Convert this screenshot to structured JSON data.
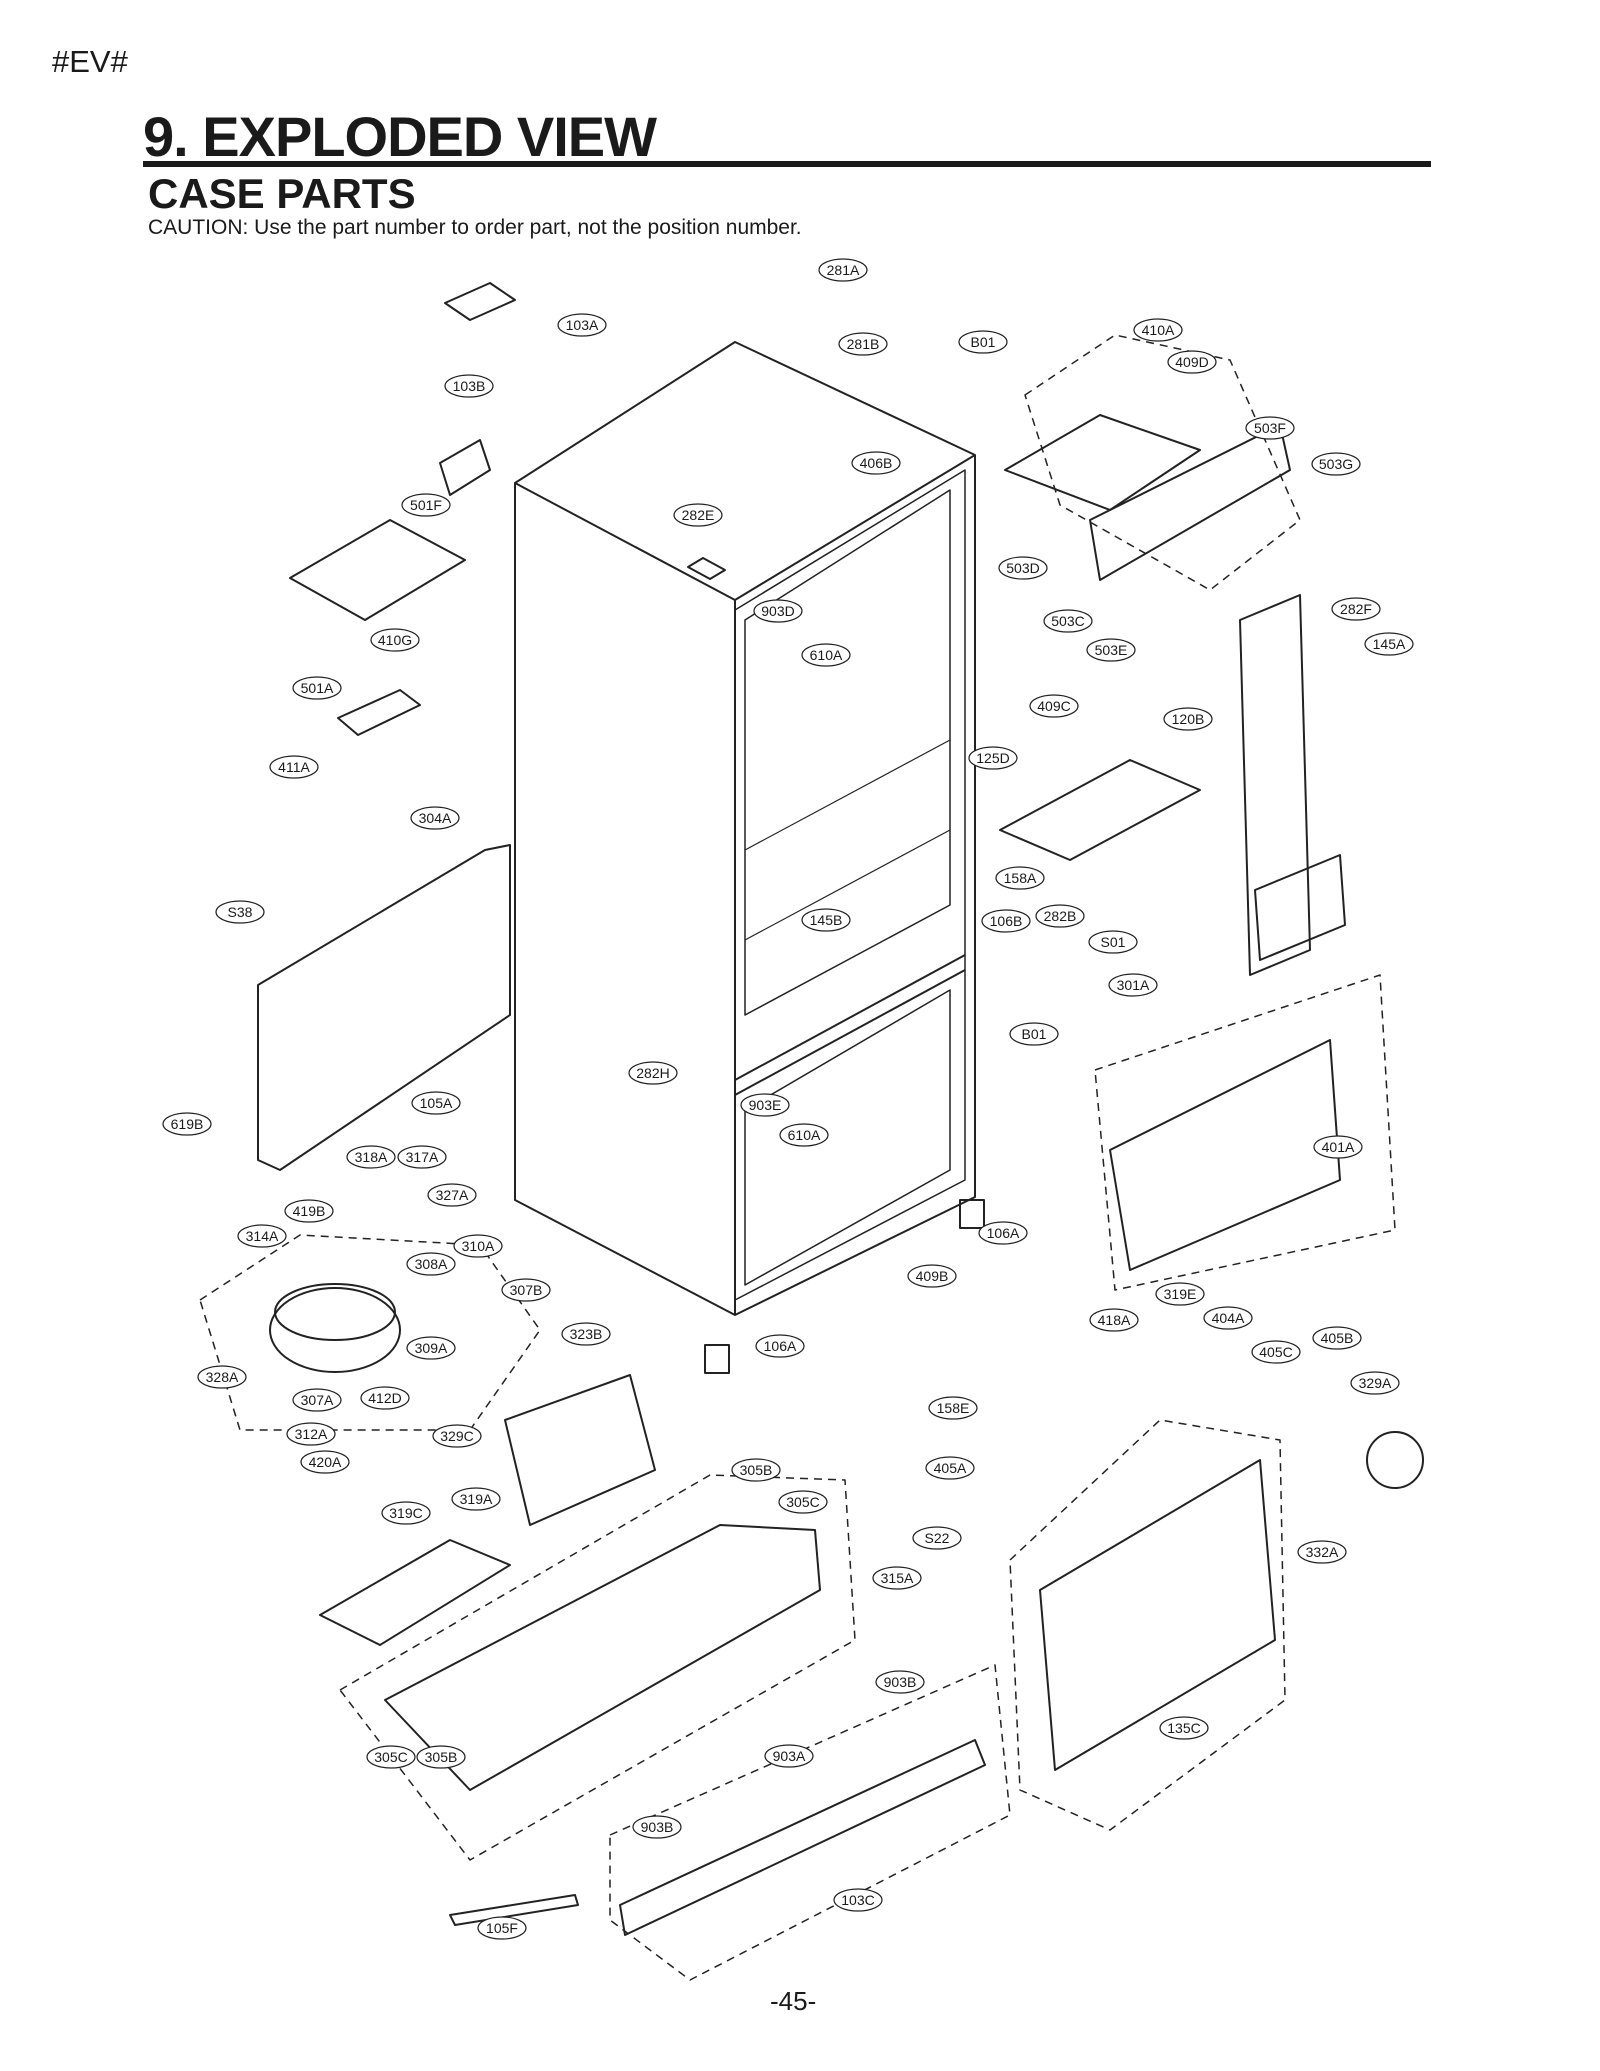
{
  "header": {
    "doc_tag": "#EV#",
    "title": "9. EXPLODED VIEW",
    "subtitle": "CASE PARTS",
    "caution": "CAUTION: Use the part number to order part, not the position number."
  },
  "footer": {
    "page_number": "-45-"
  },
  "callouts": [
    "281A",
    "103A",
    "B01",
    "281B",
    "410A",
    "409D",
    "103B",
    "503F",
    "406B",
    "503G",
    "501F",
    "282E",
    "503D",
    "903D",
    "610A",
    "503C",
    "503E",
    "282F",
    "145A",
    "410G",
    "501A",
    "409C",
    "120B",
    "125D",
    "411A",
    "304A",
    "158A",
    "S38",
    "106B",
    "282B",
    "145B",
    "S01",
    "301A",
    "B01",
    "282H",
    "105A",
    "903E",
    "610A",
    "619B",
    "401A",
    "318A",
    "317A",
    "327A",
    "106A",
    "419B",
    "314A",
    "310A",
    "308A",
    "307B",
    "409B",
    "319E",
    "418A",
    "404A",
    "405B",
    "323B",
    "106A",
    "309A",
    "405C",
    "329A",
    "328A",
    "307A",
    "412D",
    "158E",
    "312A",
    "329C",
    "420A",
    "405A",
    "305B",
    "319C",
    "319A",
    "305C",
    "S22",
    "332A",
    "315A",
    "903B",
    "135C",
    "305C",
    "305B",
    "903A",
    "903B",
    "103C",
    "105F"
  ]
}
